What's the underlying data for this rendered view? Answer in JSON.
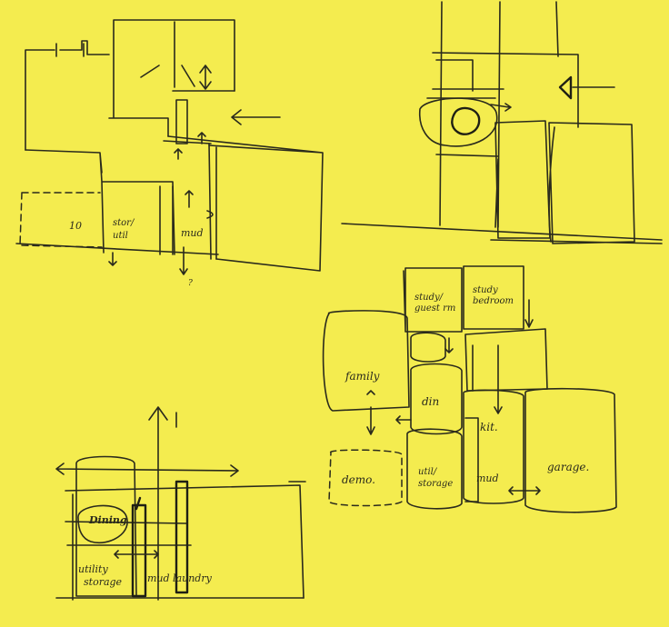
{
  "sheet": {
    "paper_color": "#f4ec4f",
    "ink_color": "#2a2a1c"
  },
  "sketch_top_left": {
    "labels": {
      "room_10": "10",
      "stor_util": "stor/\nutil",
      "mud": "mud",
      "question": "?"
    }
  },
  "sketch_bottom_right": {
    "labels": {
      "study_guest": "study/\nguest rm",
      "study_bedroom": "study\nbedroom",
      "family": "family",
      "din": "din",
      "kit": "kit.",
      "demo": "demo.",
      "util_storage": "util/\nstorage",
      "mud": "mud",
      "garage": "garage."
    }
  },
  "sketch_bottom_left": {
    "labels": {
      "dining": "Dining",
      "utility_storage": "utility\nstorage",
      "mudlaundry": "mud laundry"
    }
  }
}
